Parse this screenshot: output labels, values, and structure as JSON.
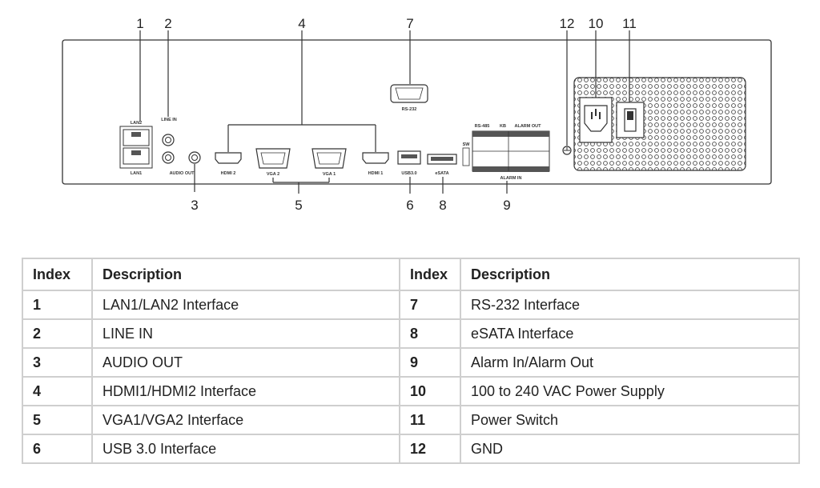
{
  "diagram": {
    "callouts": [
      "1",
      "2",
      "3",
      "4",
      "5",
      "6",
      "7",
      "8",
      "9",
      "10",
      "11",
      "12"
    ],
    "port_labels": {
      "lan2": "LAN2",
      "lan1": "LAN1",
      "line_in": "LINE IN",
      "audio_out": "AUDIO OUT",
      "hdmi2": "HDMI 2",
      "vga2": "VGA 2",
      "vga1": "VGA 1",
      "hdmi1": "HDMI 1",
      "usb": "USB3.0",
      "esata": "eSATA",
      "rs232": "RS-232",
      "rs485": "RS-485",
      "kb": "KB",
      "alarm_out": "ALARM OUT",
      "alarm_in": "ALARM IN",
      "sw": "SW"
    }
  },
  "table": {
    "headers": [
      "Index",
      "Description",
      "Index",
      "Description"
    ],
    "rows": [
      {
        "left_index": "1",
        "left_desc": "LAN1/LAN2 Interface",
        "right_index": "7",
        "right_desc": "RS-232 Interface"
      },
      {
        "left_index": "2",
        "left_desc": "LINE IN",
        "right_index": "8",
        "right_desc": "eSATA Interface"
      },
      {
        "left_index": "3",
        "left_desc": "AUDIO OUT",
        "right_index": "9",
        "right_desc": "Alarm In/Alarm Out"
      },
      {
        "left_index": "4",
        "left_desc": "HDMI1/HDMI2 Interface",
        "right_index": "10",
        "right_desc": "100 to 240 VAC Power Supply"
      },
      {
        "left_index": "5",
        "left_desc": "VGA1/VGA2 Interface",
        "right_index": "11",
        "right_desc": "Power Switch"
      },
      {
        "left_index": "6",
        "left_desc": "USB 3.0 Interface",
        "right_index": "12",
        "right_desc": "GND"
      }
    ]
  }
}
